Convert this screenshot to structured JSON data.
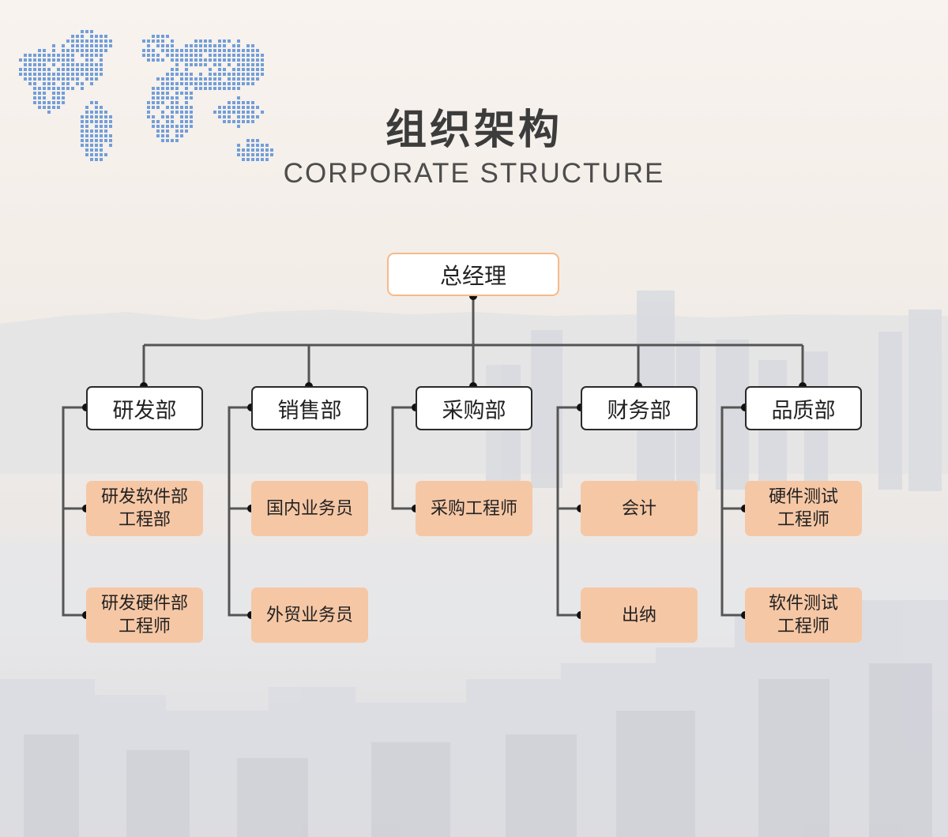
{
  "header": {
    "title_cn": "组织架构",
    "title_en": "CORPORATE  STRUCTURE"
  },
  "org": {
    "root": "总经理",
    "departments": [
      {
        "name": "研发部",
        "roles": [
          "研发软件部\n工程部",
          "研发硬件部\n工程师"
        ]
      },
      {
        "name": "销售部",
        "roles": [
          "国内业务员",
          "外贸业务员"
        ]
      },
      {
        "name": "采购部",
        "roles": [
          "采购工程师"
        ]
      },
      {
        "name": "财务部",
        "roles": [
          "会计",
          "出纳"
        ]
      },
      {
        "name": "品质部",
        "roles": [
          "硬件测试\n工程师",
          "软件测试\n工程师"
        ]
      }
    ]
  },
  "colors": {
    "accent": "#f6c7a5",
    "root_border": "#f6b98a",
    "line": "#555555",
    "map_dots": "#5b8fd6"
  },
  "icons": [
    "world-map-dots"
  ]
}
